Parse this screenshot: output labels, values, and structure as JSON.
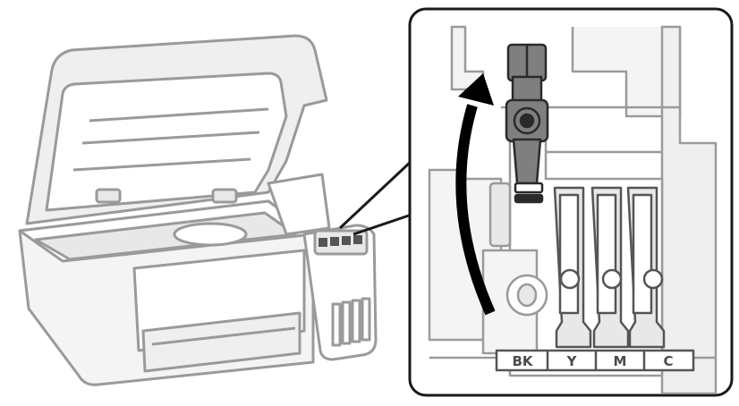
{
  "colors": {
    "line": "#9a9a9a",
    "line_dark": "#555555",
    "fill_light": "#e8e8e8",
    "fill_panel": "#f4f4f4",
    "bottle": "#7f7f7f",
    "bottle_dark": "#2a2a2a",
    "arrow": "#000000",
    "callout_border": "#1a1a1a"
  },
  "icons": [
    "printer",
    "ink-bottle",
    "curved-arrow-up",
    "ink-tank"
  ],
  "tank_labels": [
    "BK",
    "Y",
    "M",
    "C"
  ]
}
